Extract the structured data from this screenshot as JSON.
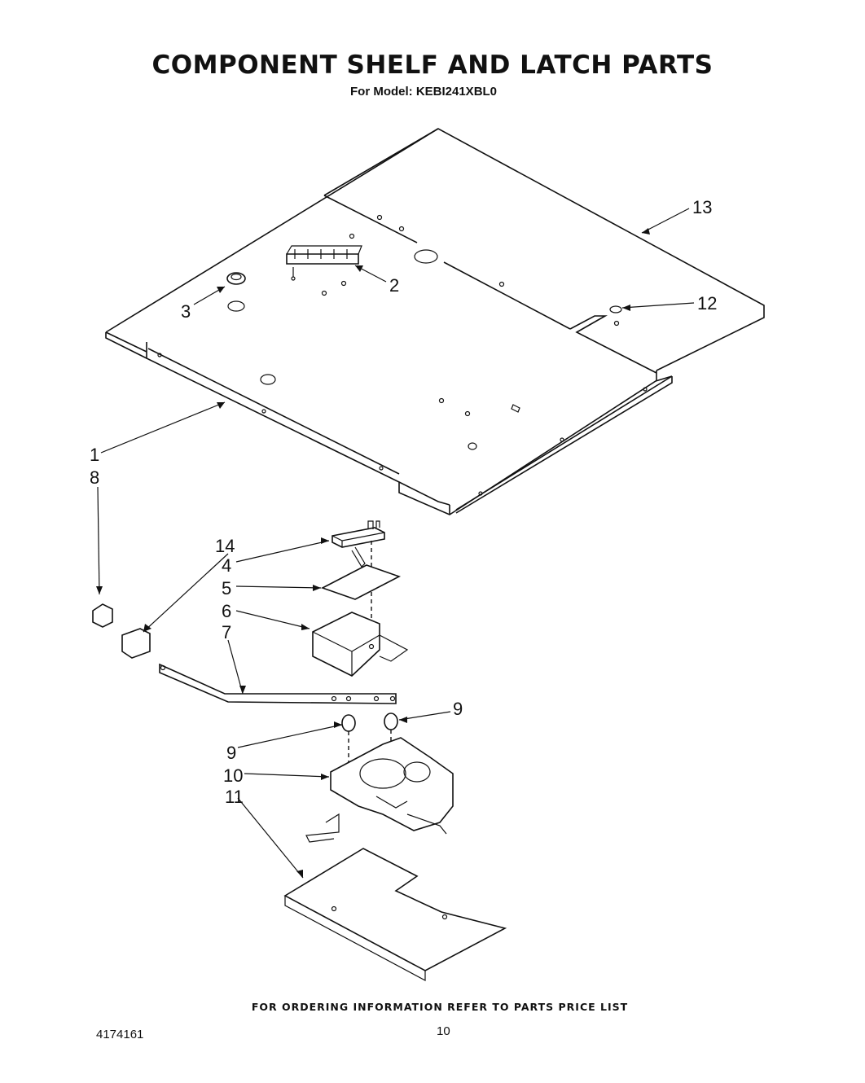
{
  "header": {
    "title": "COMPONENT SHELF AND LATCH PARTS",
    "subtitle": "For Model: KEBI241XBL0"
  },
  "callouts": {
    "c1": "1",
    "c8": "8",
    "c2": "2",
    "c3": "3",
    "c4": "4",
    "c5": "5",
    "c6": "6",
    "c7": "7",
    "c9a": "9",
    "c9b": "9",
    "c10": "10",
    "c11": "11",
    "c12": "12",
    "c13": "13",
    "c14": "14"
  },
  "footer": {
    "ordering_note": "FOR ORDERING INFORMATION REFER TO PARTS PRICE LIST",
    "doc_number": "4174161",
    "page_number": "10"
  }
}
